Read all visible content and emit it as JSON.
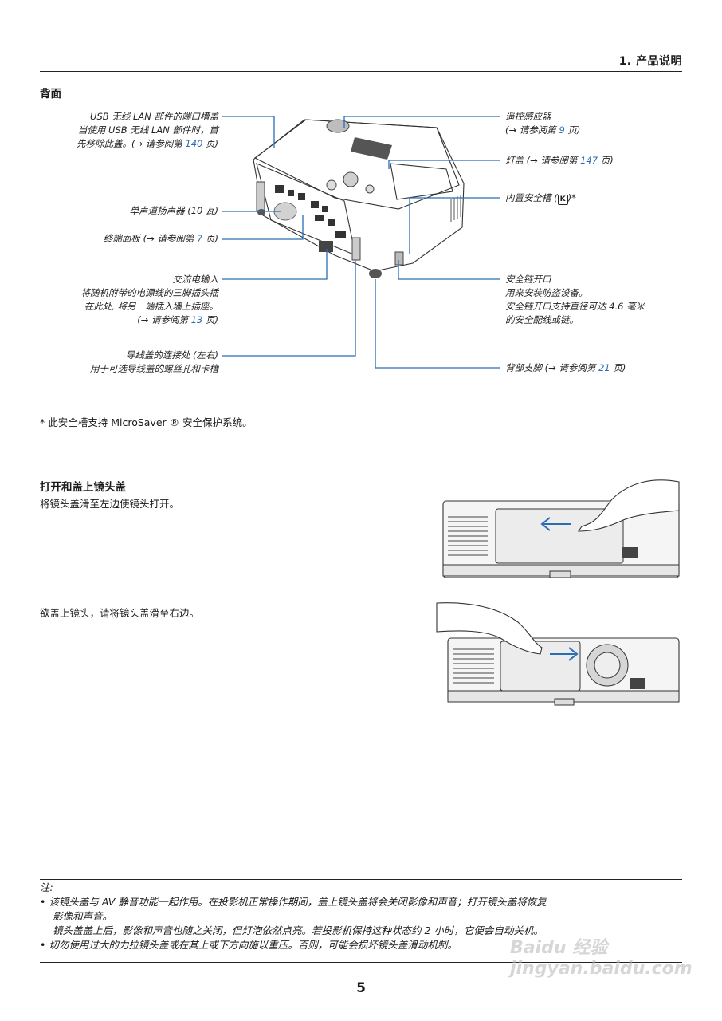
{
  "chapter": "1. 产品说明",
  "section_rear": {
    "title": "背面",
    "callouts": {
      "usb_cover": [
        "USB 无线 LAN 部件的端口槽盖",
        "当使用 USB 无线 LAN 部件时，首",
        "先移除此盖。(→ 请参阅第 ",
        "140",
        " 页)"
      ],
      "speaker": "单声道扬声器 (10 瓦)",
      "terminal_prefix": "终端面板 (→ 请参阅第 ",
      "terminal_page": "7",
      "terminal_suffix": " 页)",
      "ac_input": [
        "交流电输入",
        "将随机附带的电源线的三脚插头插",
        "在此处, 将另一端插入墙上插座。",
        "(→ 请参阅第 ",
        "13",
        " 页)"
      ],
      "cable_cover": [
        "导线盖的连接处 (左右)",
        "用于可选导线盖的螺丝孔和卡槽"
      ],
      "remote_sensor": [
        "遥控感应器",
        "(→ 请参阅第 ",
        "9",
        " 页)"
      ],
      "lamp_cover_prefix": "灯盖 (→ 请参阅第 ",
      "lamp_cover_page": "147",
      "lamp_cover_suffix": " 页)",
      "security_slot": "内置安全槽 (",
      "security_slot_end": ")*",
      "security_bar": [
        "安全链开口",
        "用来安装防盗设备。",
        "安全链开口支持直径可达 4.6 毫米",
        "的安全配线或链。"
      ],
      "rear_foot_prefix": "背部支脚 (→ 请参阅第 ",
      "rear_foot_page": "21",
      "rear_foot_suffix": " 页)"
    },
    "footnote": "*  此安全槽支持 MicroSaver ® 安全保护系统。"
  },
  "section_lens": {
    "title": "打开和盖上镜头盖",
    "open_text": "将镜头盖滑至左边使镜头打开。",
    "close_text": "欲盖上镜头，请将镜头盖滑至右边。"
  },
  "notes": {
    "label": "注:",
    "bullet1_line1": "• 该镜头盖与 AV 静音功能一起作用。在投影机正常操作期间，盖上镜头盖将会关闭影像和声音；打开镜头盖将恢复",
    "bullet1_line2": "影像和声音。",
    "bullet1_line3": "镜头盖盖上后，影像和声音也随之关闭，但灯泡依然点亮。若投影机保持这种状态约 2 小时，它便会自动关机。",
    "bullet2": "• 切勿使用过大的力拉镜头盖或在其上或下方向施以重压。否则，可能会损坏镜头盖滑动机制。"
  },
  "page_number": "5",
  "watermark": "Baidu 经验  jingyan.baidu.com",
  "colors": {
    "accent": "#2a6db5",
    "text": "#1a1a1a"
  }
}
